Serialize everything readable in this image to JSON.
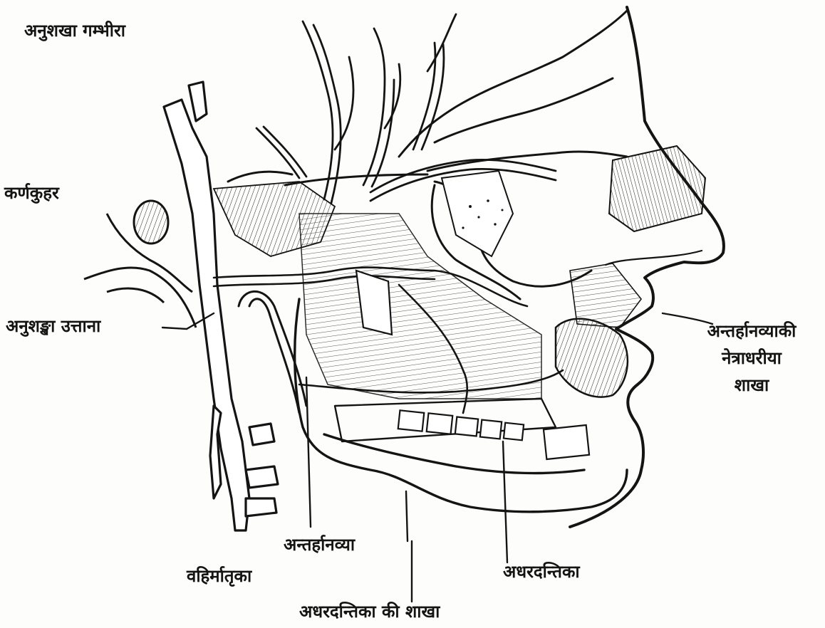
{
  "labels": {
    "anushankha_gambhira": "अनुशखा गम्भीरा",
    "karnakuhar": "कर्णकुहर",
    "anushankha_uttana": "अनुशङ्खा उत्ताना",
    "antarhanvya_netra_1": "अन्तर्हानव्याकी",
    "antarhanvya_netra_2": "नेत्राधरीया",
    "antarhanvya_netra_3": "शाखा",
    "bahirmatrika": "वहिर्मातृका",
    "antarhanvya": "अन्तर्हानव्या",
    "adhardantika": "अधरदन्तिका",
    "adhardantika_shakha": "अधरदन्तिका की शाखा"
  },
  "colors": {
    "ink": "#141414",
    "paper": "#fdfdfb",
    "vessel_fill": "#ffffff"
  }
}
